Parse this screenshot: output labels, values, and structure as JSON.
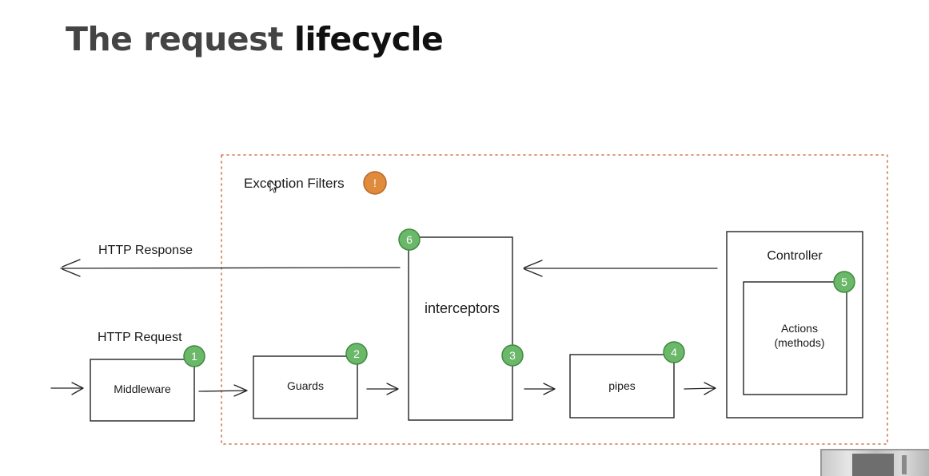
{
  "title": {
    "part1": "The request",
    "part2": "lifecycle"
  },
  "diagram": {
    "exception_filters": {
      "label": "Exception Filters",
      "badge": "!",
      "badge_color": "#e08a3c"
    },
    "http_response_label": "HTTP Response",
    "http_request_label": "HTTP Request",
    "nodes": {
      "middleware": {
        "label": "Middleware",
        "badge": "1"
      },
      "guards": {
        "label": "Guards",
        "badge": "2"
      },
      "interceptors": {
        "label": "interceptors",
        "badge_in": "3",
        "badge_out": "6"
      },
      "pipes": {
        "label": "pipes",
        "badge": "4"
      },
      "controller": {
        "label": "Controller",
        "badge": "5"
      },
      "actions": {
        "line1": "Actions",
        "line2": "(methods)"
      }
    },
    "colors": {
      "badge_green": "#6bb86a",
      "badge_green_stroke": "#3f8a3e",
      "exception_border": "#d4754a"
    }
  }
}
